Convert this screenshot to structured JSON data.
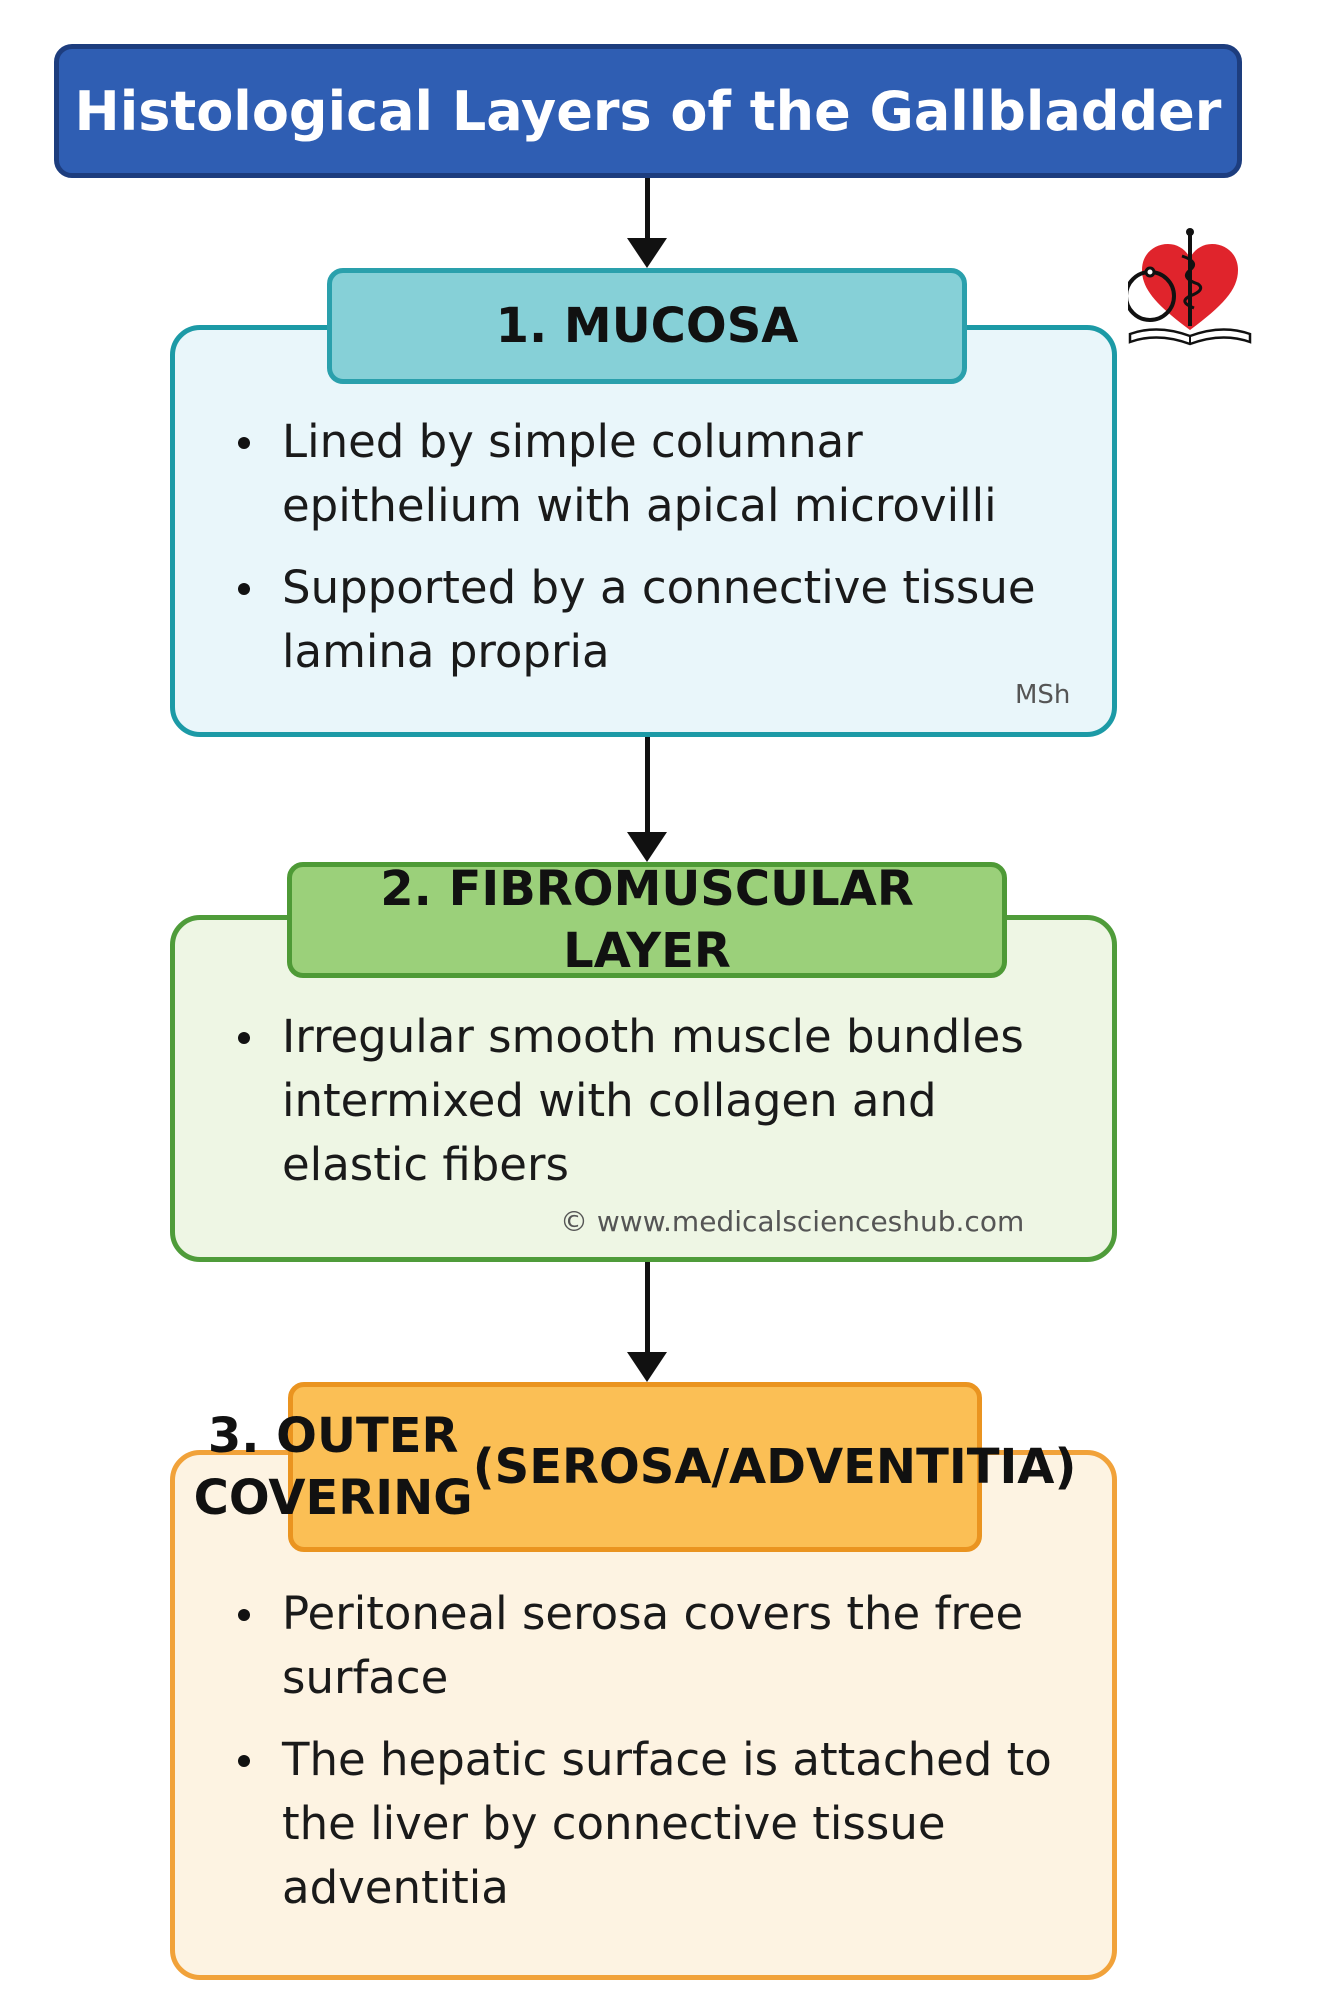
{
  "title": "Histological Layers of the Gallbladder",
  "colors": {
    "title_bg": "#2f5eb3",
    "mucosa_header": "#86d0d7",
    "mucosa_box": "#e9f6fa",
    "fibro_header": "#9bd07a",
    "fibro_box": "#eef6e4",
    "outer_header": "#fbbf55",
    "outer_box": "#fdf3e2"
  },
  "logo_icon": "heart-stethoscope-book-icon",
  "mucosa": {
    "header": "1. MUCOSA",
    "bullets": [
      "Lined by simple columnar epithelium with apical microvilli",
      "Supported by a connective tissue lamina propria"
    ],
    "mark": "MSh"
  },
  "fibromuscular": {
    "header": "2. FIBROMUSCULAR LAYER",
    "bullets": [
      "Irregular smooth muscle bundles intermixed with collagen and elastic fibers"
    ],
    "watermark": "© www.medicalscienceshub.com"
  },
  "outer": {
    "header_lines": [
      "3. OUTER COVERING",
      "(SEROSA/ADVENTITIA)"
    ],
    "bullets": [
      "Peritoneal serosa covers the free surface",
      "The hepatic surface is attached to the liver by connective tissue adventitia"
    ]
  }
}
